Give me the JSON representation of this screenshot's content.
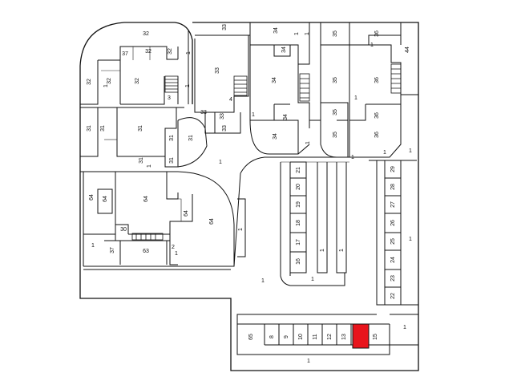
{
  "highlight_color": "#e8141c",
  "labels": {
    "l32a": "32",
    "l32b": "37",
    "l32c": "32",
    "l32d": "32",
    "l32e": "32",
    "l33a": "33",
    "l33b": "33",
    "l33c": "33",
    "l33d": "33",
    "l34a": "34",
    "l34b": "34",
    "l34c": "34",
    "l34d": "34",
    "l34e": "34",
    "l35a": "35",
    "l35b": "35",
    "l35c": "35",
    "l35d": "35",
    "l36a": "36",
    "l36b": "36",
    "l36c": "36",
    "l36d": "36",
    "l44": "44",
    "l31a": "31",
    "l31b": "31",
    "l31c": "31",
    "l31d": "31",
    "l31e": "31",
    "l31f": "31",
    "l64a": "64",
    "l64b": "64",
    "l64c": "64",
    "l64d": "64",
    "l64e": "64",
    "l30": "30",
    "l37": "37",
    "l63": "63",
    "l2": "2",
    "l21": "21",
    "l20": "20",
    "l19": "19",
    "l18": "18",
    "l17": "17",
    "l16": "16",
    "l29": "29",
    "l28": "28",
    "l27": "27",
    "l26": "26",
    "l25": "25",
    "l24": "24",
    "l23": "23",
    "l22": "22",
    "l65": "65",
    "l8": "8",
    "l9": "9",
    "l10": "10",
    "l11": "11",
    "l12": "12",
    "l13": "13",
    "l15": "15",
    "l3": "3",
    "l4": "4",
    "one_a": "1",
    "one_b": "1",
    "one_c": "1",
    "one_d": "1",
    "one_e": "1",
    "one_f": "1",
    "one_g": "1",
    "one_h": "1",
    "one_i": "1",
    "one_j": "1",
    "one_k": "1",
    "one_l": "1",
    "one_m": "1",
    "one_n": "1",
    "one_o": "1",
    "one_p": "1",
    "one_q": "1",
    "one_r": "1",
    "one_s": "1",
    "one_t": "1",
    "one_u": "1",
    "one_v": "1",
    "one_w": "1",
    "one_x": "1"
  }
}
